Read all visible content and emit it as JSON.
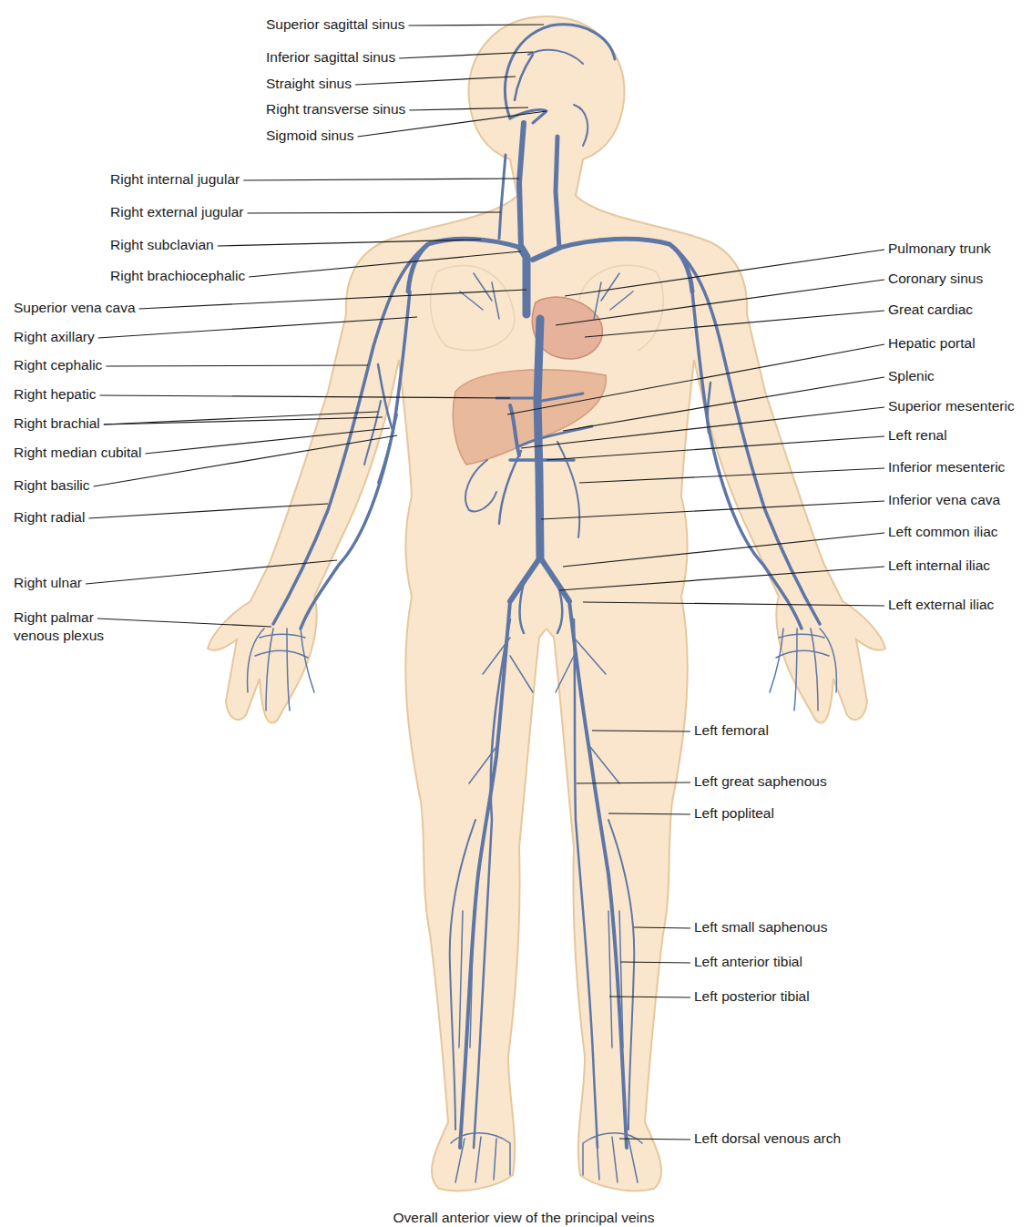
{
  "diagram": {
    "caption": "Overall anterior view of the principal veins",
    "labels": [
      "Superior sagittal sinus",
      "Inferior sagittal sinus",
      "Straight sinus",
      "Right transverse sinus",
      "Sigmoid sinus",
      "Right internal jugular",
      "Right external jugular",
      "Right subclavian",
      "Right brachiocephalic",
      "Superior vena cava",
      "Right axillary",
      "Right cephalic",
      "Right hepatic",
      "Right brachial",
      "Right median cubital",
      "Right basilic",
      "Right radial",
      "Right ulnar",
      "Right palmar venous plexus",
      "Pulmonary trunk",
      "Coronary sinus",
      "Great cardiac",
      "Hepatic portal",
      "Splenic",
      "Superior mesenteric",
      "Left renal",
      "Inferior mesenteric",
      "Inferior vena cava",
      "Left common iliac",
      "Left internal iliac",
      "Left external iliac",
      "Left femoral",
      "Left great saphenous",
      "Left popliteal",
      "Left small saphenous",
      "Left anterior tibial",
      "Left posterior tibial",
      "Left dorsal venous arch"
    ]
  }
}
